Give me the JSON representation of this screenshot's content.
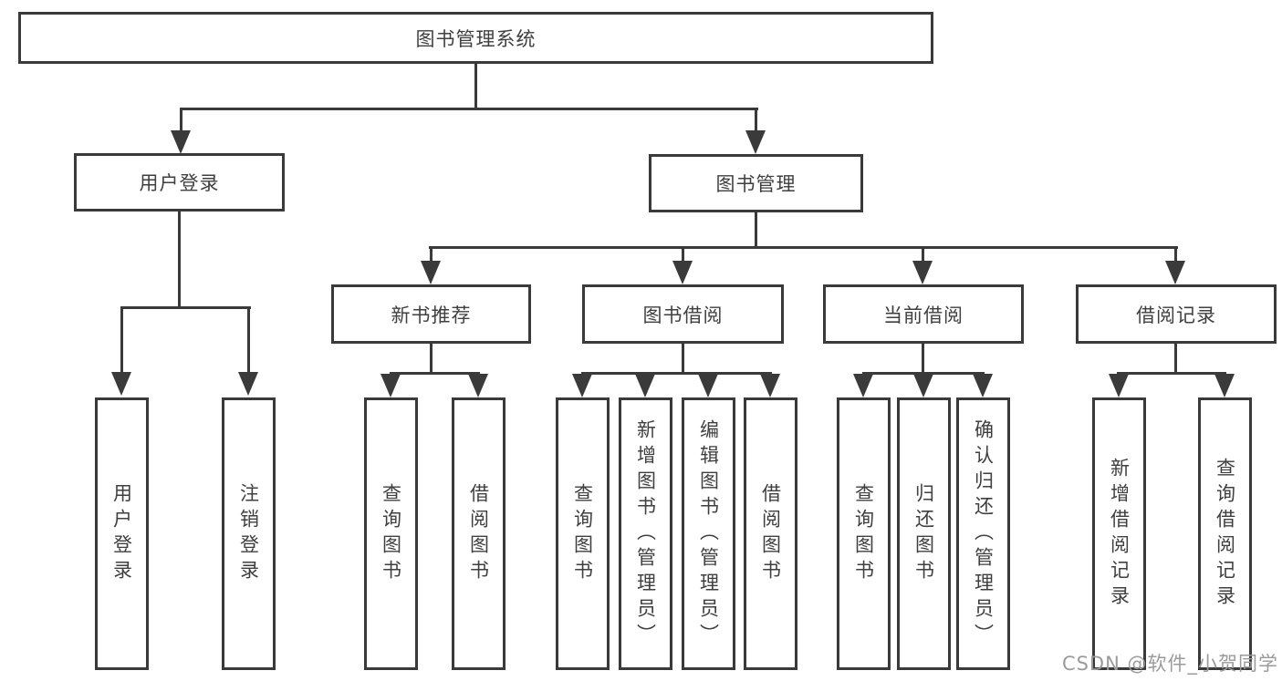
{
  "diagram": {
    "root": {
      "label": "图书管理系统"
    },
    "branches": [
      {
        "label": "用户登录",
        "children": [
          {
            "label": "用户登录"
          },
          {
            "label": "注销登录"
          }
        ]
      },
      {
        "label": "图书管理",
        "children": [
          {
            "label": "新书推荐",
            "children": [
              {
                "label": "查询图书"
              },
              {
                "label": "借阅图书"
              }
            ]
          },
          {
            "label": "图书借阅",
            "children": [
              {
                "label": "查询图书"
              },
              {
                "label": "新增图书（管理员）"
              },
              {
                "label": "编辑图书（管理员）"
              },
              {
                "label": "借阅图书"
              }
            ]
          },
          {
            "label": "当前借阅",
            "children": [
              {
                "label": "查询图书"
              },
              {
                "label": "归还图书"
              },
              {
                "label": "确认归还（管理员）"
              }
            ]
          },
          {
            "label": "借阅记录",
            "children": [
              {
                "label": "新增借阅记录"
              },
              {
                "label": "查询借阅记录"
              }
            ]
          }
        ]
      }
    ],
    "colors": {
      "line": "#3a3a3a",
      "text": "#3f3f3f",
      "background": "#ffffff",
      "watermark": "#9b9b9b"
    }
  },
  "watermark": {
    "text": "CSDN @软件_小贺同学"
  }
}
